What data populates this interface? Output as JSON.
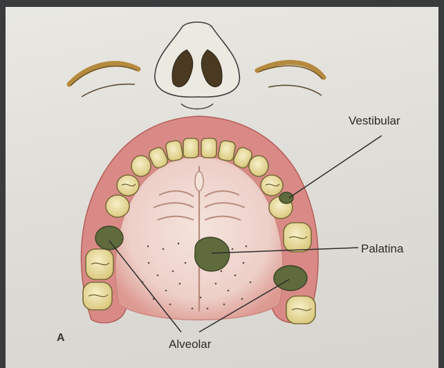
{
  "figure": {
    "panel_letter": "A",
    "labels": {
      "vestibular": "Vestibular",
      "palatina": "Palatina",
      "alveolar": "Alveolar"
    }
  },
  "colors": {
    "paper": "#e3e1db",
    "gingiva": "#d98a86",
    "palate": "#efd8d2",
    "tooth": "#efe6b8",
    "tooth_outline": "#7a6a3a",
    "injection_site": "#5f6b3c",
    "leader_line": "#2b2b2b"
  }
}
